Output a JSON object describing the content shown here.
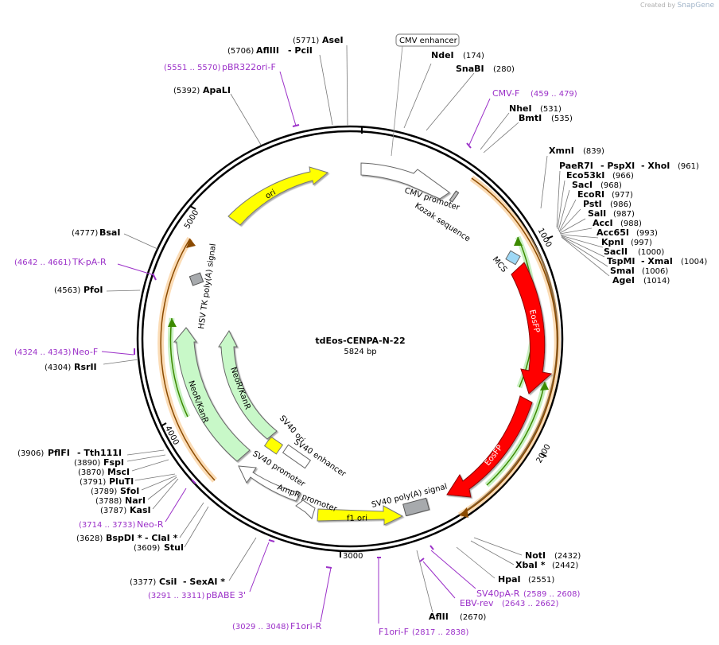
{
  "credit": {
    "prefix": "Created by",
    "brand": "SnapGene"
  },
  "plasmid": {
    "name": "tdEos-CENPA-N-22",
    "size": "5824 bp"
  },
  "ticks": [
    "1000",
    "2000",
    "3000",
    "4000",
    "5000"
  ],
  "features": {
    "cmv_enhancer": "CMV enhancer",
    "cmv_promoter": "CMV promoter",
    "kozak": "Kozak sequence",
    "mcs": "MCS",
    "eosfp1": "EosFP",
    "eosfp2": "EosFP",
    "sv40_polya": "SV40 poly(A) signal",
    "f1_ori": "f1 ori",
    "ampr_promoter": "AmpR promoter",
    "sv40_promoter": "SV40 promoter",
    "sv40_enhancer": "SV40 enhancer",
    "sv40_ori": "SV40 ori",
    "neor_inner": "NeoR/KanR",
    "neor_outer": "NeoR/KanR",
    "hsv_tk": "HSV TK poly(A) signal",
    "ori": "ori"
  },
  "sites": [
    {
      "name": "AseI",
      "pos": "(5771)"
    },
    {
      "name": "AflIII",
      "pos": "(5706)"
    },
    {
      "name": "- PciI",
      "pos": ""
    },
    {
      "name": "NdeI",
      "pos": "(174)"
    },
    {
      "name": "SnaBI",
      "pos": "(280)"
    },
    {
      "name": "ApaLI",
      "pos": "(5392)"
    },
    {
      "name": "NheI",
      "pos": "(531)"
    },
    {
      "name": "BmtI",
      "pos": "(535)"
    },
    {
      "name": "XmnI",
      "pos": "(839)"
    },
    {
      "name": "PaeR7I",
      "pos": ""
    },
    {
      "name": "- PspXI",
      "pos": ""
    },
    {
      "name": "- XhoI",
      "pos": "(961)"
    },
    {
      "name": "Eco53kI",
      "pos": "(966)"
    },
    {
      "name": "SacI",
      "pos": "(968)"
    },
    {
      "name": "EcoRI",
      "pos": "(977)"
    },
    {
      "name": "PstI",
      "pos": "(986)"
    },
    {
      "name": "SalI",
      "pos": "(987)"
    },
    {
      "name": "AccI",
      "pos": "(988)"
    },
    {
      "name": "Acc65I",
      "pos": "(993)"
    },
    {
      "name": "KpnI",
      "pos": "(997)"
    },
    {
      "name": "SacII",
      "pos": "(1000)"
    },
    {
      "name": "TspMI",
      "pos": ""
    },
    {
      "name": "- XmaI",
      "pos": "(1004)"
    },
    {
      "name": "SmaI",
      "pos": "(1006)"
    },
    {
      "name": "AgeI",
      "pos": "(1014)"
    },
    {
      "name": "BsaI",
      "pos": "(4777)"
    },
    {
      "name": "PfoI",
      "pos": "(4563)"
    },
    {
      "name": "RsrII",
      "pos": "(4304)"
    },
    {
      "name": "PflFI",
      "pos": "(3906)"
    },
    {
      "name": "- Tth111I",
      "pos": ""
    },
    {
      "name": "FspI",
      "pos": "(3890)"
    },
    {
      "name": "MscI",
      "pos": "(3870)"
    },
    {
      "name": "PluTI",
      "pos": "(3791)"
    },
    {
      "name": "SfoI",
      "pos": "(3789)"
    },
    {
      "name": "NarI",
      "pos": "(3788)"
    },
    {
      "name": "KasI",
      "pos": "(3787)"
    },
    {
      "name": "BspDI *",
      "pos": "(3628)"
    },
    {
      "name": "- ClaI *",
      "pos": ""
    },
    {
      "name": "StuI",
      "pos": "(3609)"
    },
    {
      "name": "CsiI",
      "pos": "(3377)"
    },
    {
      "name": "- SexAI *",
      "pos": ""
    },
    {
      "name": "NotI",
      "pos": "(2432)"
    },
    {
      "name": "XbaI *",
      "pos": "(2442)"
    },
    {
      "name": "HpaI",
      "pos": "(2551)"
    },
    {
      "name": "AflII",
      "pos": "(2670)"
    }
  ],
  "primers": [
    {
      "name": "pBR322ori-F",
      "pos": "(5551 .. 5570)"
    },
    {
      "name": "CMV-F",
      "pos": "(459 .. 479)"
    },
    {
      "name": "TK-pA-R",
      "pos": "(4642 .. 4661)"
    },
    {
      "name": "Neo-F",
      "pos": "(4324 .. 4343)"
    },
    {
      "name": "Neo-R",
      "pos": "(3714 .. 3733)"
    },
    {
      "name": "pBABE 3'",
      "pos": "(3291 .. 3311)"
    },
    {
      "name": "F1ori-R",
      "pos": "(3029 .. 3048)"
    },
    {
      "name": "F1ori-F",
      "pos": "(2817 .. 2838)"
    },
    {
      "name": "EBV-rev",
      "pos": "(2643 .. 2662)"
    },
    {
      "name": "SV40pA-R",
      "pos": "(2589 .. 2608)"
    }
  ]
}
